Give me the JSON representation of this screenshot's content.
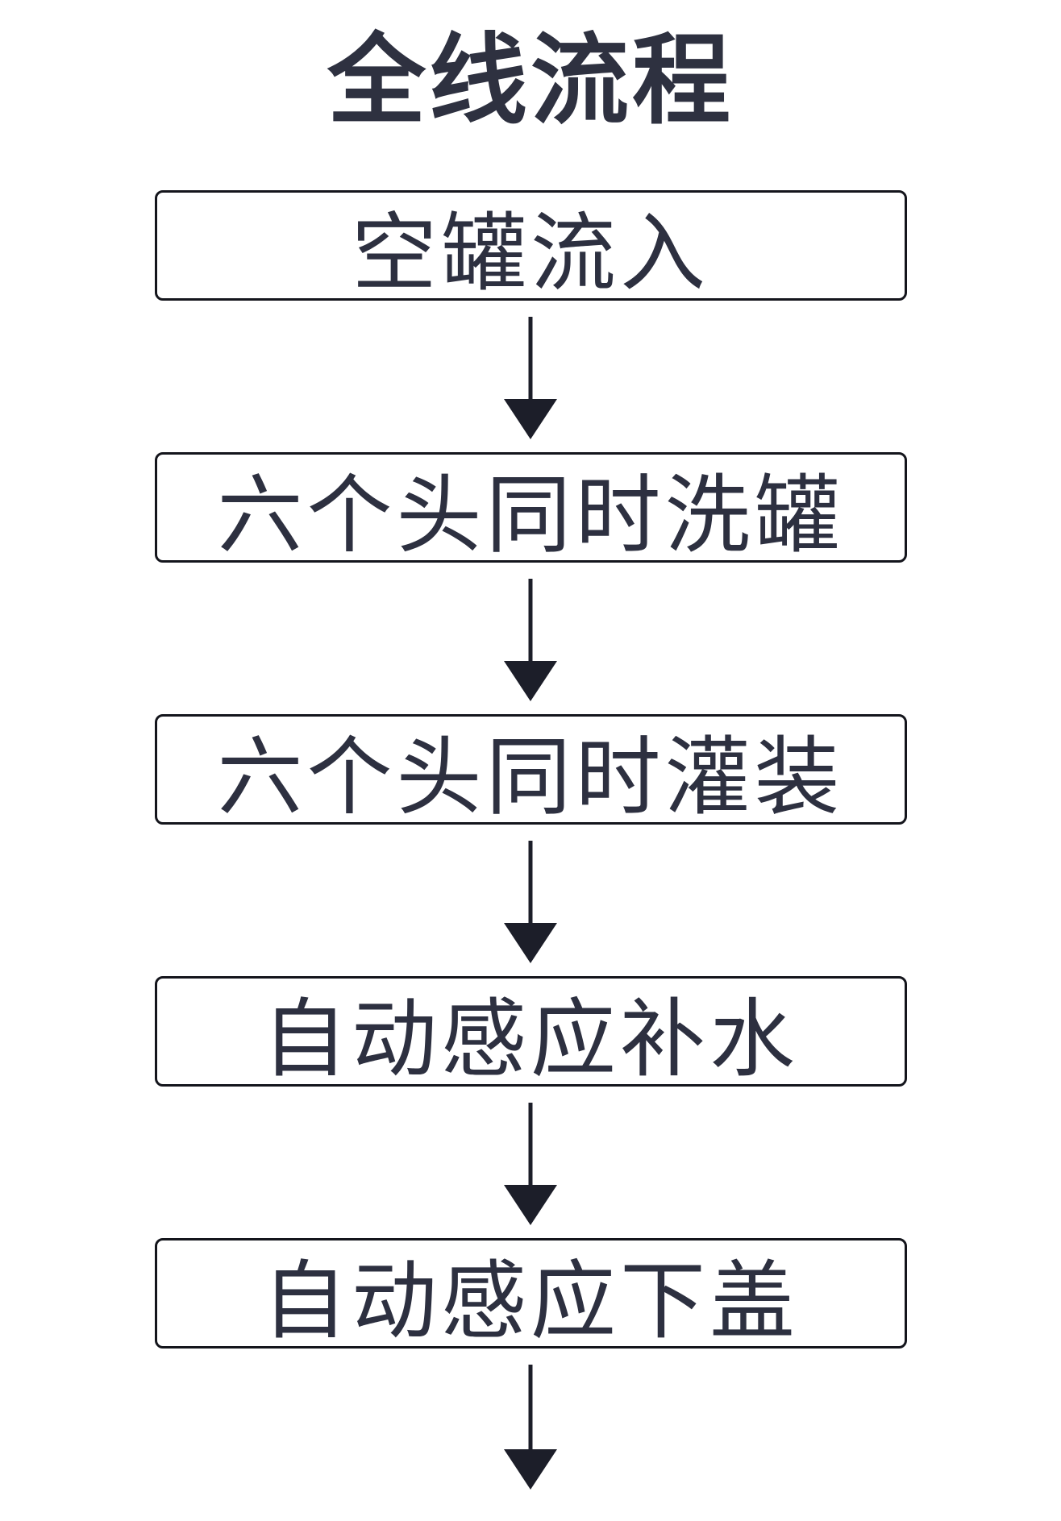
{
  "page": {
    "title": "全线流程"
  },
  "colors": {
    "title": "#2e3140",
    "step_text": "#2d3040",
    "box_border": "#14151c",
    "box_background": "#ffffff",
    "arrow": "#1c1e29"
  },
  "flowchart": {
    "type": "vertical-flow",
    "connector": "down-arrow",
    "steps": [
      {
        "label": "空罐流入"
      },
      {
        "label": "六个头同时洗罐"
      },
      {
        "label": "六个头同时灌装"
      },
      {
        "label": "自动感应补水"
      },
      {
        "label": "自动感应下盖"
      }
    ]
  }
}
